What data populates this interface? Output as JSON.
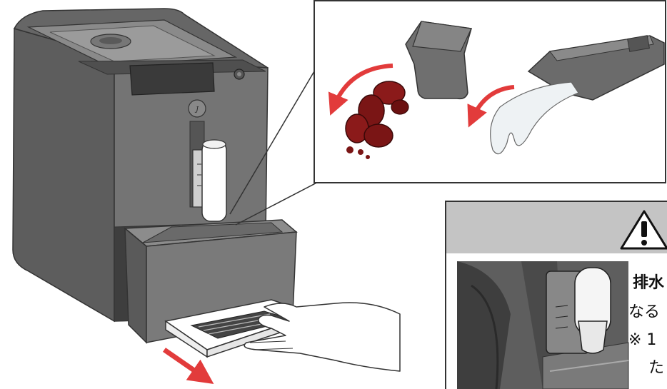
{
  "caution_box": {
    "line1": "排水",
    "line2": "なる",
    "line3": "※ 1",
    "line4": "た"
  },
  "colors": {
    "machine_body": "#6b6b6b",
    "machine_dark": "#4a4a4a",
    "grounds_red": "#8b1a1a",
    "arrow_red": "#e23b3b",
    "caution_header": "#c4c4c4"
  },
  "icons": {
    "warning": "warning-triangle-icon",
    "grounds_arrow": "curved-arrow-icon",
    "water_arrow": "curved-arrow-icon",
    "pull_arrow": "arrow-down-icon"
  }
}
